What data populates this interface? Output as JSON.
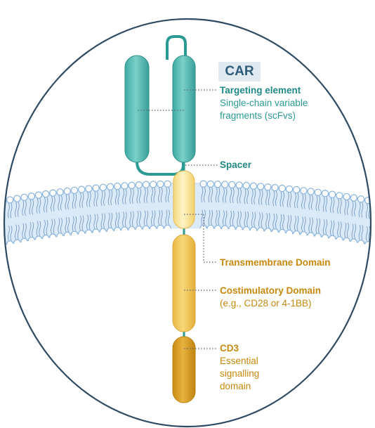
{
  "title": "CAR",
  "labels": {
    "targeting_title": "Targeting element",
    "targeting_line1": "Single-chain variable",
    "targeting_line2": "fragments (scFvs)",
    "spacer": "Spacer",
    "transmembrane": "Transmembrane Domain",
    "costim_title": "Costimulatory Domain",
    "costim_sub": "(e.g., CD28 or 4-1BB)",
    "cd3_title": "CD3",
    "cd3_line1": "Essential",
    "cd3_line2": "signalling",
    "cd3_line3": "domain"
  },
  "colors": {
    "teal": "#2a9a95",
    "teal_fill": "#5fc0ba",
    "gold": "#c7880d",
    "yellow_fill": "#f3c85a",
    "membrane": "#dbeaf8",
    "circle_outline": "#2f4b63"
  }
}
